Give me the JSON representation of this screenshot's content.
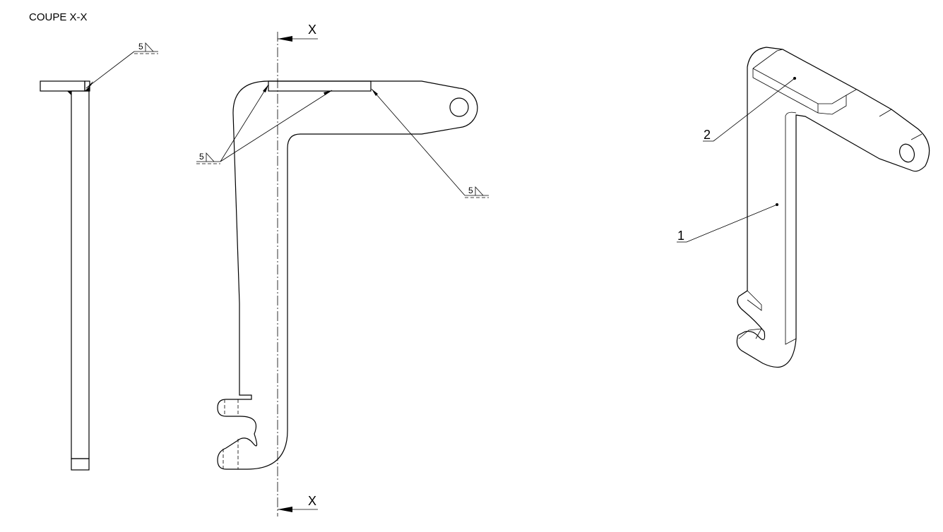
{
  "section_title": "COUPE X-X",
  "section_marks": {
    "top": "X",
    "bottom": "X"
  },
  "weld_symbols": [
    {
      "size": "5",
      "location": "section-view"
    },
    {
      "size": "5",
      "location": "front-view-left"
    },
    {
      "size": "5",
      "location": "front-view-right"
    }
  ],
  "item_labels": {
    "part1": "1",
    "part2": "2"
  }
}
